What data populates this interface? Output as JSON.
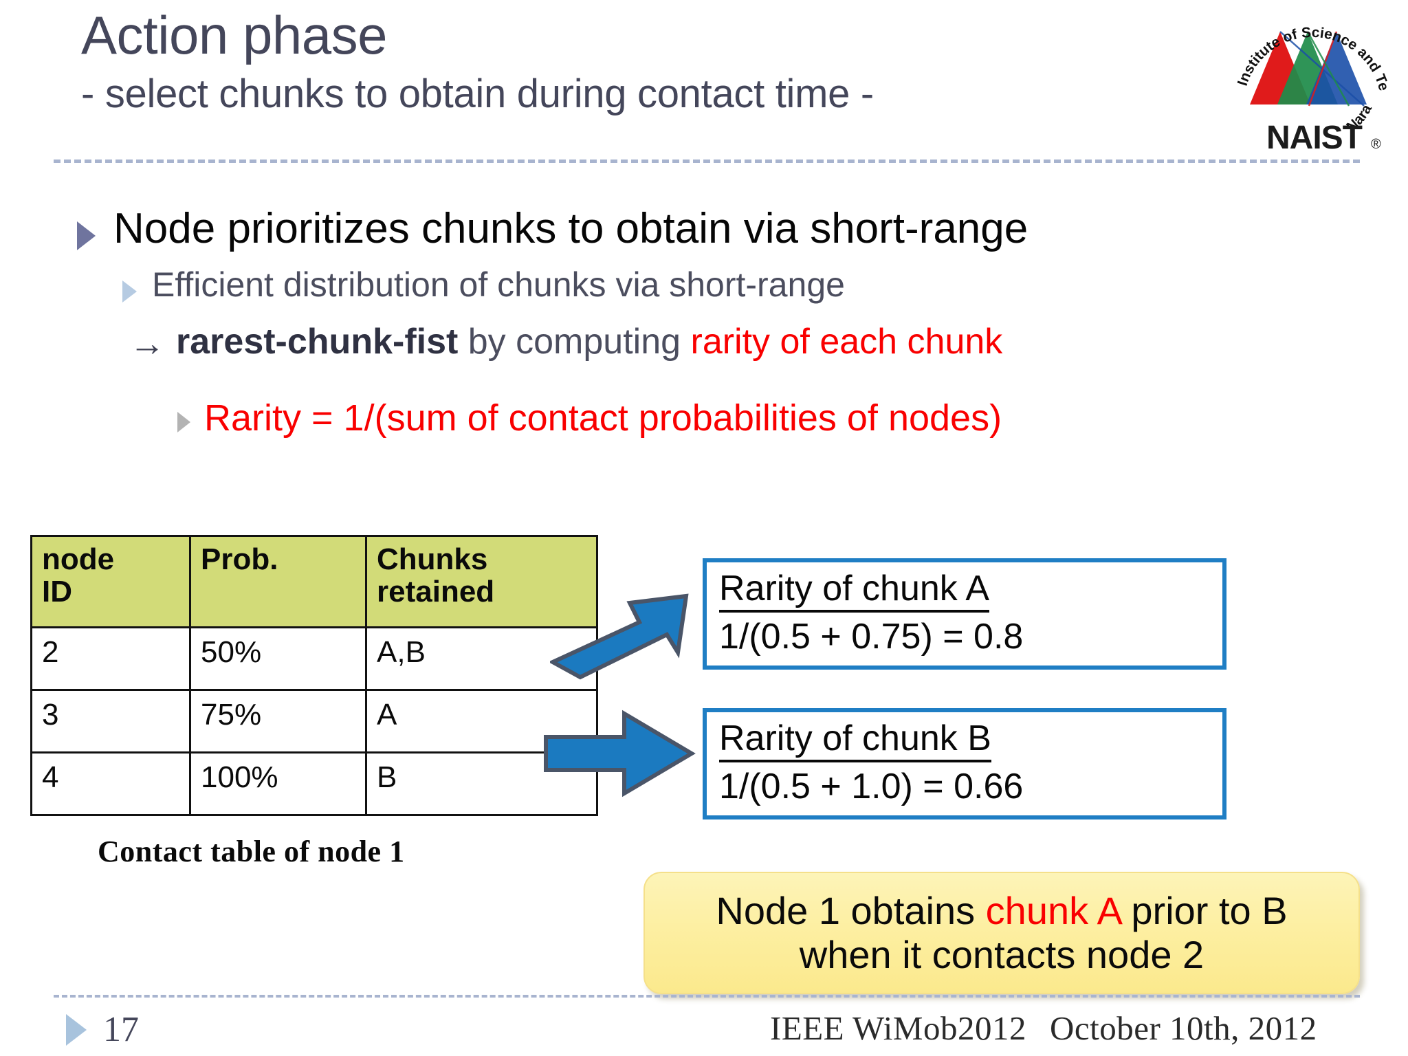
{
  "slide": {
    "title": "Action phase",
    "subtitle": "- select chunks to obtain during contact time -"
  },
  "logo": {
    "name": "naist-logo",
    "arc_top_text": "Institute of Science and Technology",
    "arc_bottom_text": "Nara",
    "wordmark": "NAIST",
    "registered_mark": "®",
    "peak_colors": [
      "#e01b1b",
      "#1f8c4a",
      "#1b4fa8"
    ]
  },
  "bullets": {
    "level1": "Node prioritizes chunks to obtain via short-range",
    "level2": "Efficient distribution of chunks via short-range",
    "level3": {
      "arrow": "→",
      "bold_term": "rarest-chunk-fist",
      "middle": " by computing ",
      "red_tail": "rarity of each chunk"
    },
    "level4": "Rarity = 1/(sum of contact probabilities of nodes)"
  },
  "contact_table": {
    "caption": "Contact table of node  1",
    "header_color": "#d2db78",
    "columns": [
      "node ID",
      "Prob.",
      "Chunks retained"
    ],
    "column_lines": [
      [
        "node",
        "ID"
      ],
      [
        "Prob.",
        ""
      ],
      [
        "Chunks",
        "retained"
      ]
    ],
    "rows": [
      {
        "node_id": "2",
        "prob": "50%",
        "chunks": "A,B"
      },
      {
        "node_id": "3",
        "prob": "75%",
        "chunks": "A"
      },
      {
        "node_id": "4",
        "prob": "100%",
        "chunks": "B"
      }
    ]
  },
  "rarity_boxes": [
    {
      "title": "Rarity of chunk A",
      "formula": "1/(0.5 + 0.75)  = 0.8",
      "border_color": "#1f7ec4"
    },
    {
      "title": "Rarity of chunk B",
      "formula": "1/(0.5 + 1.0) = 0.66",
      "border_color": "#1f7ec4"
    }
  ],
  "arrows": {
    "fill_color": "#1b7ac0",
    "stroke_color": "#4a5568",
    "top_name": "arrow-to-rarity-a",
    "bottom_name": "arrow-to-rarity-b"
  },
  "callout": {
    "line1_pre": "Node 1 obtains ",
    "line1_red": "chunk A",
    "line1_post": " prior to B",
    "line2": "when it contacts node 2",
    "background_color": "#fdefa2"
  },
  "footer": {
    "page_number": "17",
    "conference": "IEEE WiMob2012",
    "date": "October 10th, 2012"
  },
  "colors": {
    "title_text": "#44465a",
    "accent_red": "#f90000",
    "bullet_l1": "#6f749e",
    "bullet_l2": "#b6cbe2",
    "bullet_l3": "#b3b3b3",
    "rule_dashed": "#a8b4cf"
  }
}
